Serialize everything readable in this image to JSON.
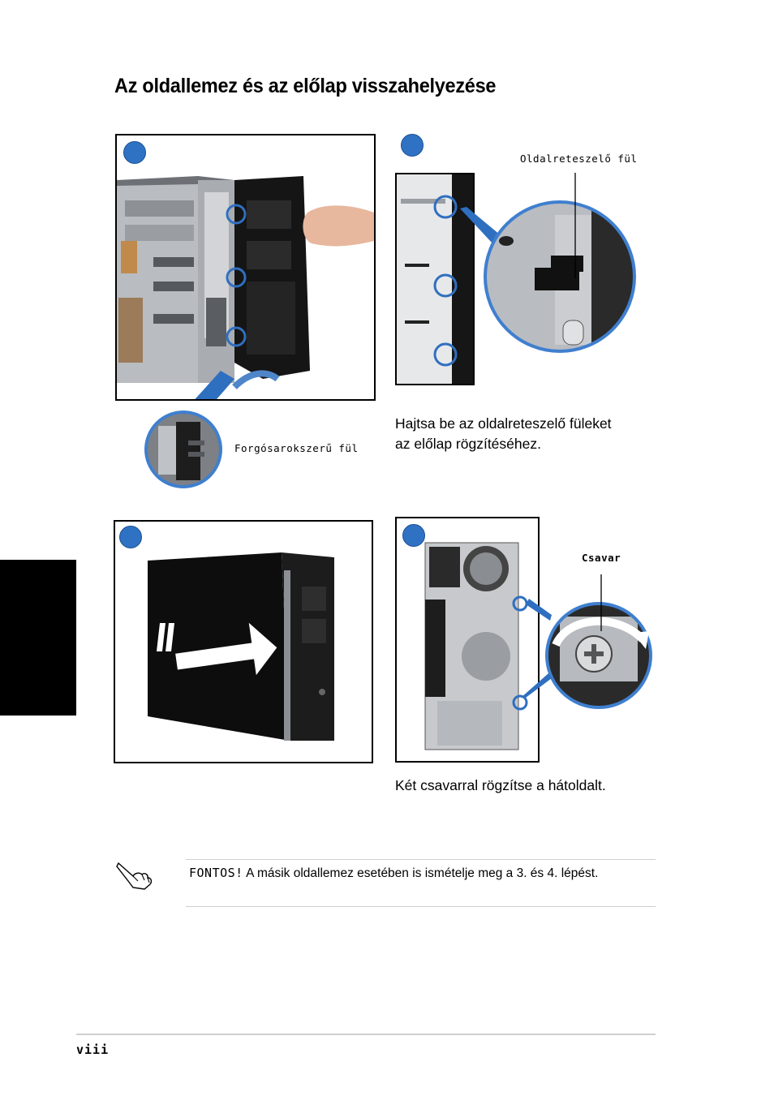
{
  "page": {
    "title": "Az oldallemez és az előlap visszahelyezése",
    "page_number": "viii"
  },
  "steps": {
    "step1": {
      "callout": "Forgósarokszerű fül"
    },
    "step2": {
      "callout": "Oldalreteszelő fül",
      "caption_line1": "Hajtsa be az oldalreteszelő füleket",
      "caption_line2": "az előlap rögzítéséhez."
    },
    "step3": {},
    "step4": {
      "callout": "Csavar",
      "caption": "Két csavarral rögzítse a hátoldalt."
    }
  },
  "note": {
    "label": "FONTOS!",
    "text": " A másik oldallemez esetében is ismételje meg a 3. és 4. lépést."
  },
  "colors": {
    "step_marker": "#2f72c4",
    "side_tab": "#000000"
  }
}
